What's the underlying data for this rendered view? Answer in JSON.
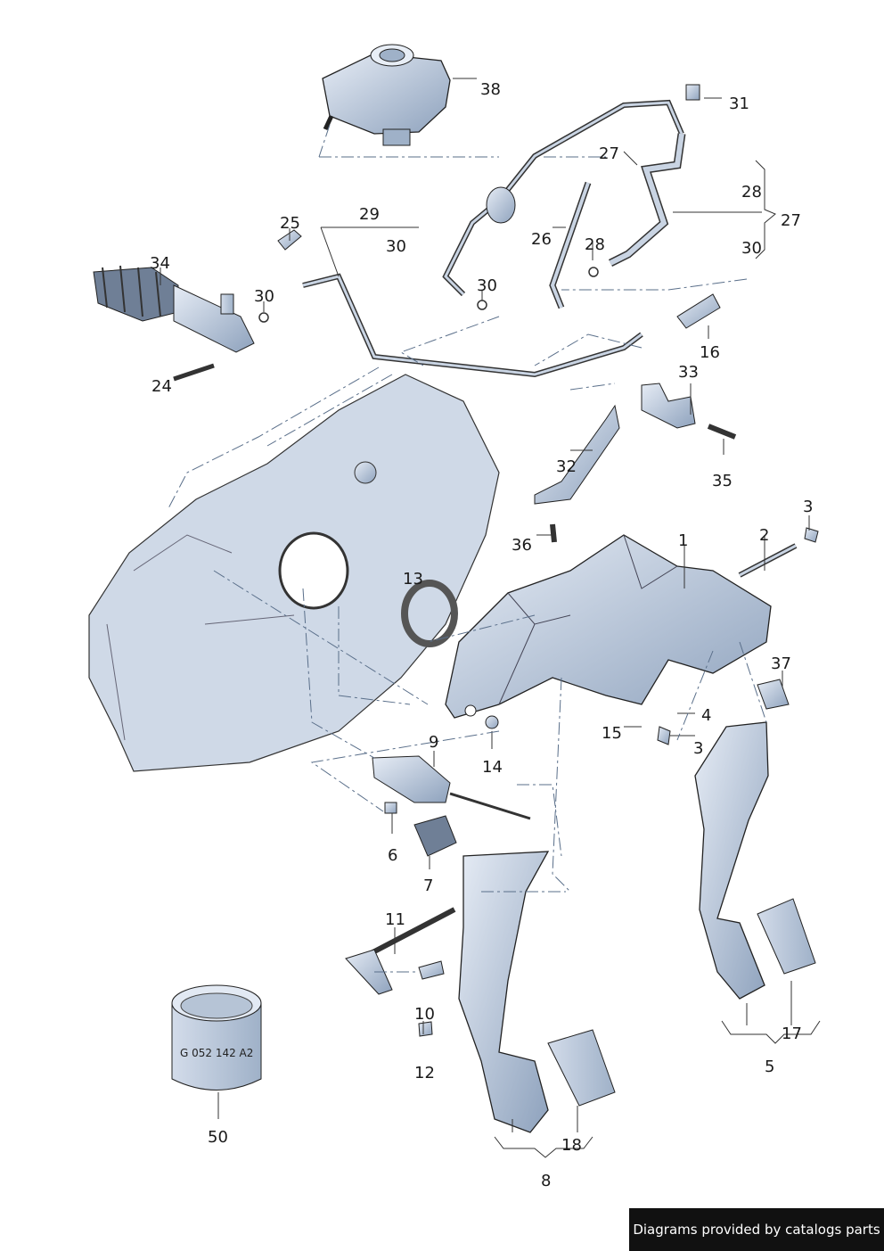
{
  "callouts": {
    "c1": "1",
    "c2": "2",
    "c3a": "3",
    "c3b": "3",
    "c4": "4",
    "c5": "5",
    "c6": "6",
    "c7": "7",
    "c8": "8",
    "c9": "9",
    "c10": "10",
    "c11": "11",
    "c12": "12",
    "c13": "13",
    "c14": "14",
    "c15": "15",
    "c16": "16",
    "c17a": "17",
    "c18": "18",
    "c24": "24",
    "c25": "25",
    "c26": "26",
    "c27a": "27",
    "c27b": "27",
    "c28a": "28",
    "c28b": "28",
    "c29": "29",
    "c30a": "30",
    "c30b": "30",
    "c30c": "30",
    "c30d": "30",
    "c31": "31",
    "c32": "32",
    "c33": "33",
    "c34": "34",
    "c35": "35",
    "c36": "36",
    "c37": "37",
    "c38": "38",
    "c50": "50"
  },
  "sleeve_marking": "G 052 142 A2",
  "footer_text": "Diagrams provided by catalogs parts",
  "colors": {
    "part_fill": "#c9d4e3",
    "part_shadow": "#8ea2bd",
    "outline": "#222222",
    "body_panel": "#cfd9e7",
    "footer_bg": "#111111"
  }
}
